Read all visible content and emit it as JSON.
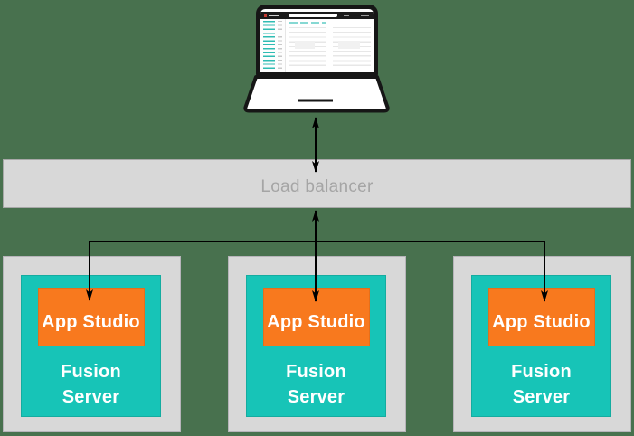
{
  "diagram": {
    "title": "App Studio load-balanced deployment diagram",
    "client": {
      "device": "laptop",
      "screen_content": "miniature admin web app (illegible)"
    },
    "load_balancer": {
      "label": "Load balancer"
    },
    "servers": [
      {
        "app_label": "App Studio",
        "server_label": "Fusion Server"
      },
      {
        "app_label": "App Studio",
        "server_label": "Fusion Server"
      },
      {
        "app_label": "App Studio",
        "server_label": "Fusion Server"
      }
    ],
    "connections": [
      "laptop <-> load balancer (double-headed arrow)",
      "load balancer <-> middle App Studio (double-headed arrow)",
      "bus line -> left App Studio",
      "bus line -> right App Studio"
    ],
    "colors": {
      "background_green": "#48714E",
      "panel_gray": "#d8d8d8",
      "teal": "#17c4b7",
      "orange": "#f8791e",
      "label_gray": "#a5a5a5",
      "arrow_black": "#000000",
      "mini_logo_red": "#c43a30"
    }
  }
}
